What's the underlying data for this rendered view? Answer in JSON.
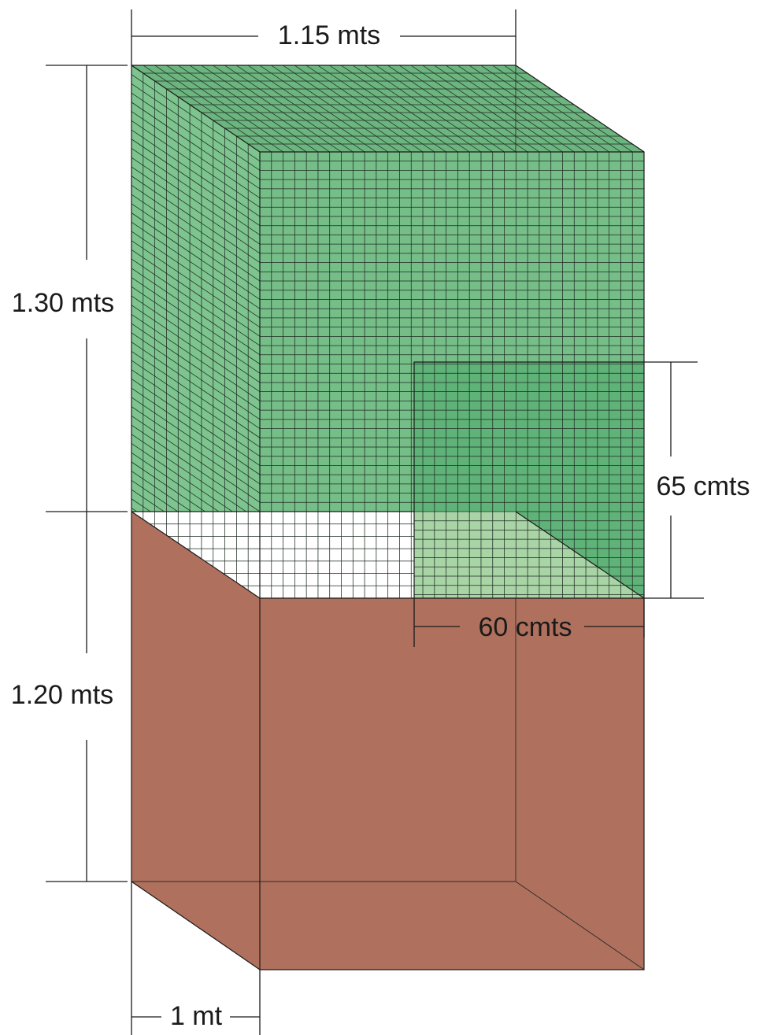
{
  "labels": {
    "top_width": "1.15 mts",
    "upper_height": "1.30 mts",
    "lower_height": "1.20 mts",
    "bottom_depth": "1 mt",
    "cutout_height": "65 cmts",
    "cutout_width": "60 cmts"
  },
  "colors": {
    "green_front": "#76be88",
    "green_top": "#6cb57f",
    "green_side": "#7ec48f",
    "green_cutout": "#5fb378",
    "green_light": "#a9d4a6",
    "soil": "#af715d",
    "grid_line": "#1e2a22",
    "dim_line": "#1a1a1a"
  },
  "mesh": {
    "front_columns": 33,
    "front_rows": 39,
    "side_columns": 11,
    "strip_rows": 7
  }
}
